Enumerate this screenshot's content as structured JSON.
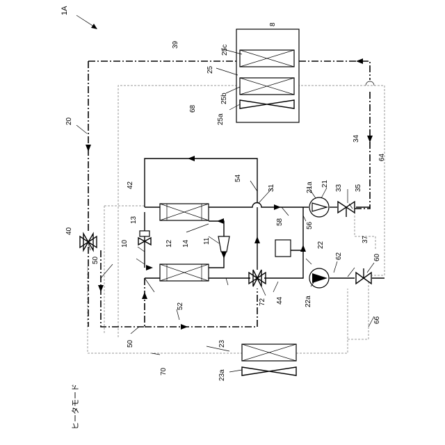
{
  "figure": {
    "number_label": "1A",
    "mode_caption": "ヒータモード"
  },
  "labels": {
    "l8": "8",
    "l10": "10",
    "l11": "11",
    "l12": "12",
    "l13": "13",
    "l14": "14",
    "l20": "20",
    "l21": "21",
    "l21a": "21a",
    "l22": "22",
    "l22a": "22a",
    "l23": "23",
    "l23a": "23a",
    "l25": "25",
    "l25a": "25a",
    "l25b": "25b",
    "l25c": "25c",
    "l31": "31",
    "l33": "33",
    "l34": "34",
    "l35": "35",
    "l37": "37",
    "l39": "39",
    "l40": "40",
    "l42": "42",
    "l44": "44",
    "l50a": "50",
    "l50b": "50",
    "l52": "52",
    "l54": "54",
    "l56": "56",
    "l58": "58",
    "l60": "60",
    "l62": "62",
    "l64": "64",
    "l66": "66",
    "l68": "68",
    "l70": "70",
    "l72": "72"
  }
}
